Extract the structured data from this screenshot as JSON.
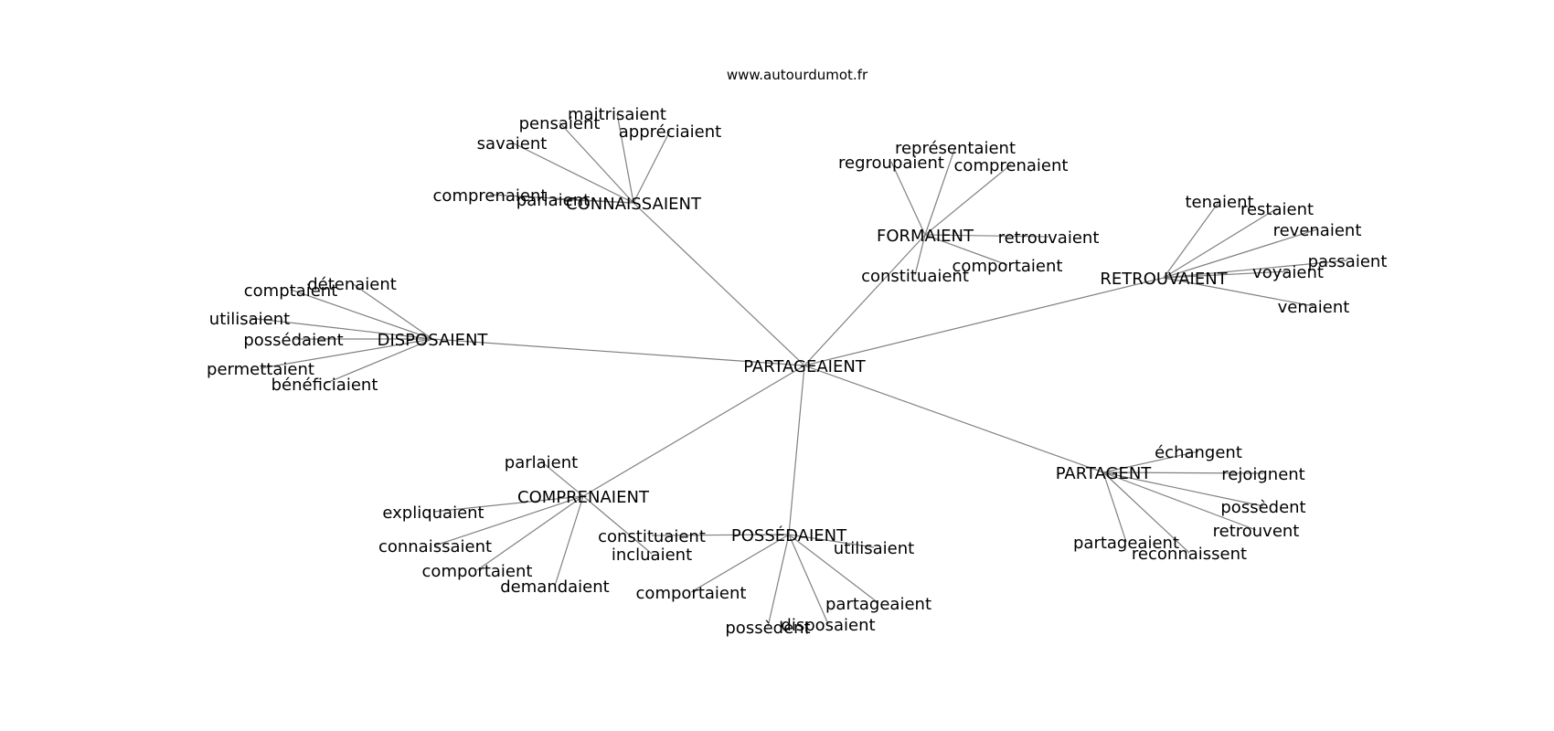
{
  "title": "www.autourdumot.fr",
  "root": "PARTAGEAIENT",
  "hubs": [
    {
      "id": "CONNAISSAIENT",
      "leaves": [
        "maitrisaient",
        "pensaient",
        "appréciaient",
        "savaient",
        "comprenaient",
        "parlaient"
      ]
    },
    {
      "id": "FORMAIENT",
      "leaves": [
        "représentaient",
        "regroupaient",
        "comprenaient",
        "retrouvaient",
        "comportaient",
        "constituaient"
      ]
    },
    {
      "id": "RETROUVAIENT",
      "leaves": [
        "tenaient",
        "restaient",
        "revenaient",
        "passaient",
        "voyaient",
        "venaient"
      ]
    },
    {
      "id": "DISPOSAIENT",
      "leaves": [
        "détenaient",
        "comptaient",
        "utilisaient",
        "possédaient",
        "permettaient",
        "bénéficiaient"
      ]
    },
    {
      "id": "COMPRENAIENT",
      "leaves": [
        "parlaient",
        "expliquaient",
        "connaissaient",
        "comportaient",
        "demandaient",
        "incluaient"
      ]
    },
    {
      "id": "POSSÉDAIENT",
      "leaves": [
        "constituaient",
        "utilisaient",
        "comportaient",
        "partageaient",
        "possèdent",
        "disposaient"
      ]
    },
    {
      "id": "PARTAGENT",
      "leaves": [
        "échangent",
        "rejoignent",
        "possèdent",
        "retrouvent",
        "partageaient",
        "reconnaissent"
      ]
    }
  ]
}
